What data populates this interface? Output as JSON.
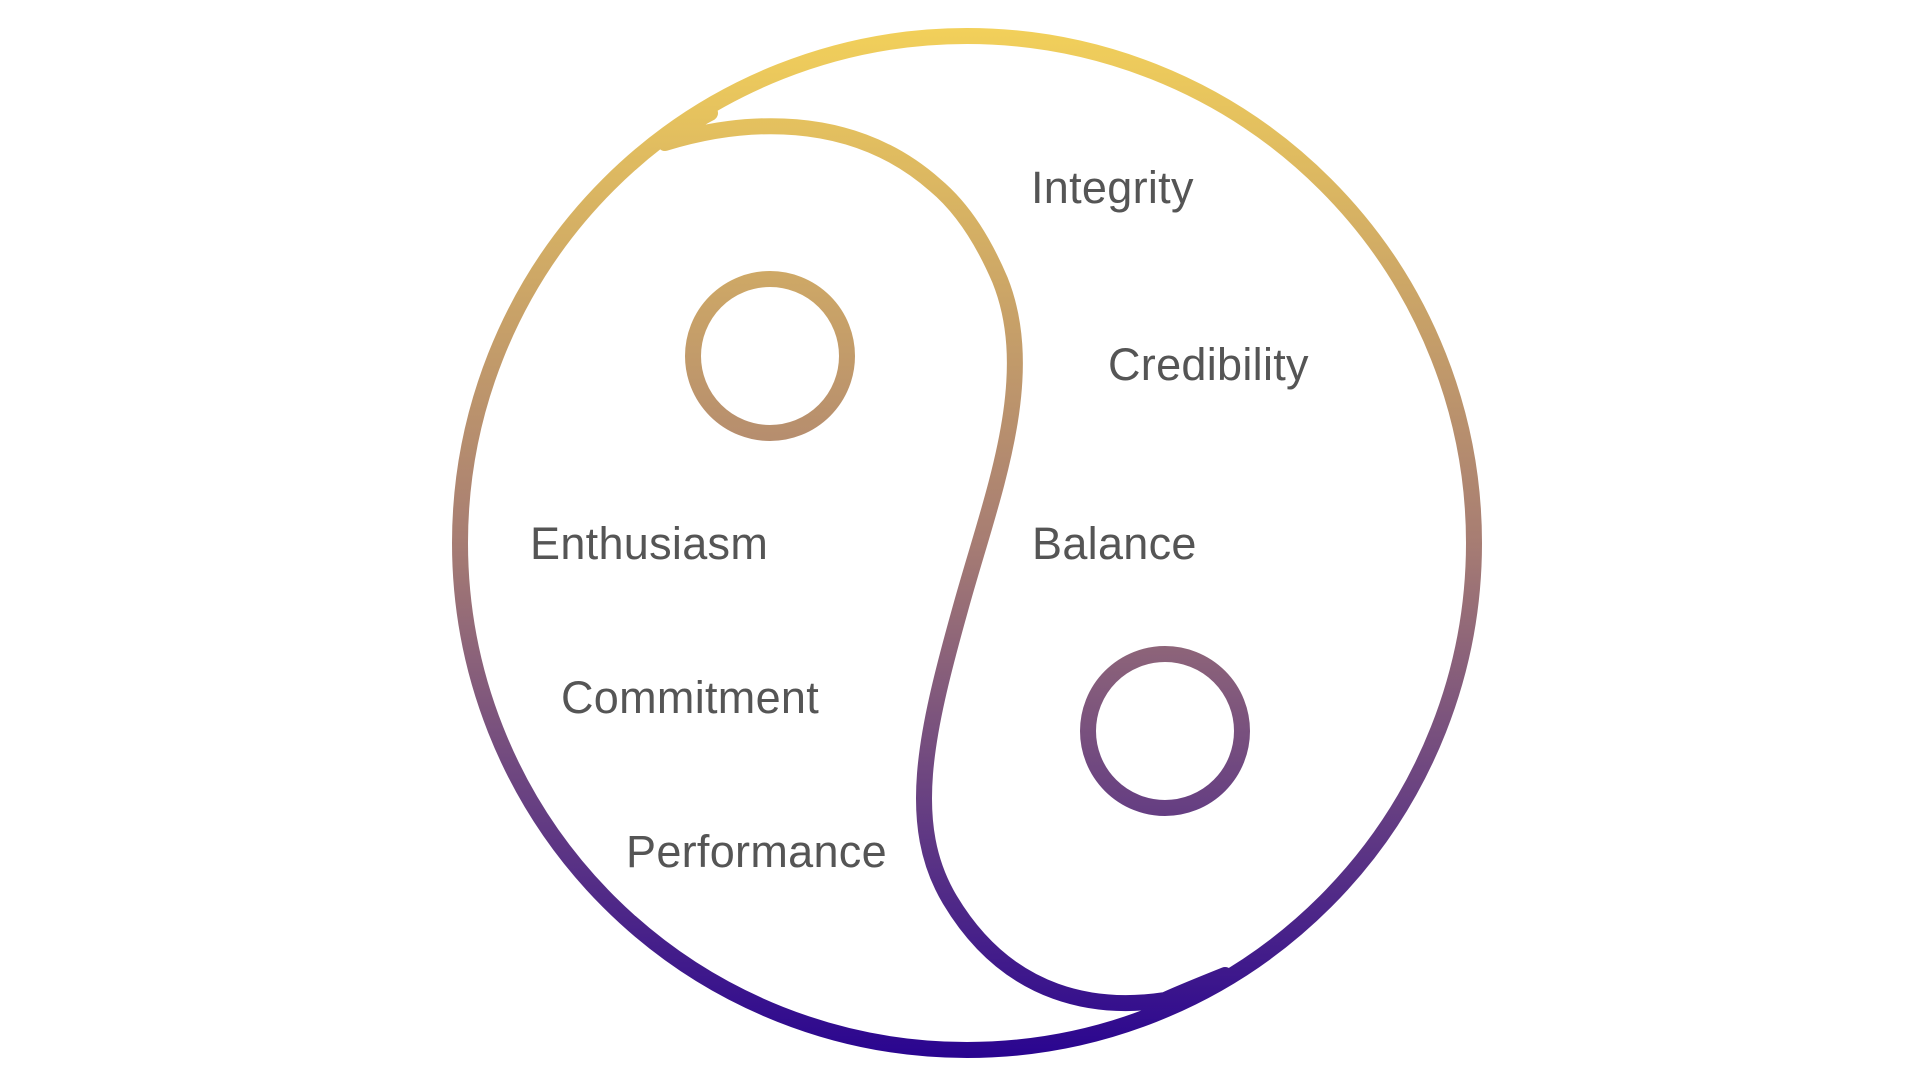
{
  "diagram": {
    "colors": {
      "gradient_top": "#F2D05A",
      "gradient_mid": "#A77D73",
      "gradient_bottom": "#2A0590",
      "text": "#555555",
      "background": "#FFFFFF"
    },
    "left_side": {
      "labels": [
        "Enthusiasm",
        "Commitment",
        "Performance"
      ]
    },
    "right_side": {
      "labels": [
        "Integrity",
        "Credibility",
        "Balance"
      ]
    }
  }
}
